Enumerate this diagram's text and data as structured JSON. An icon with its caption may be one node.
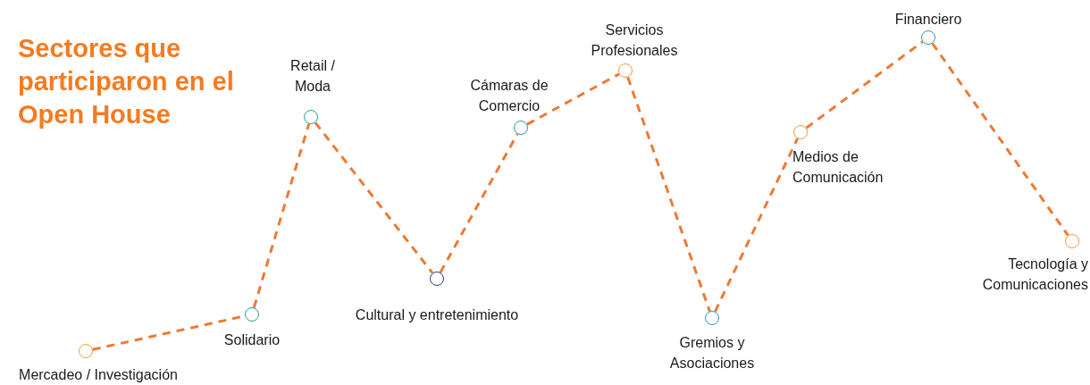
{
  "diagram": {
    "title": "Sectores que participaron en el Open House",
    "nodes": [
      {
        "text": [],
        "shape": "circle",
        "beside": [
          "Mercadeo / Investigación"
        ]
      },
      {
        "text": [],
        "shape": "circle",
        "beside": [
          "Solidario"
        ]
      },
      {
        "text": [],
        "shape": "circle",
        "beside": [
          "Retail / Moda"
        ]
      },
      {
        "text": [],
        "shape": "circle",
        "beside": [
          "Cultural y entretenimiento"
        ]
      },
      {
        "text": [],
        "shape": "circle",
        "beside": [
          "Cámaras de Comercio"
        ]
      },
      {
        "text": [],
        "shape": "circle",
        "beside": [
          "Servicios Profesionales"
        ]
      },
      {
        "text": [],
        "shape": "circle",
        "beside": [
          "Gremios y Asociaciones"
        ]
      },
      {
        "text": [],
        "shape": "circle",
        "beside": [
          "Medios de Comunicación"
        ]
      },
      {
        "text": [],
        "shape": "circle",
        "beside": [
          "Financiero"
        ]
      },
      {
        "text": [],
        "shape": "circle",
        "beside": [
          "Tecnología y Comunicaciones"
        ]
      }
    ],
    "edges": [
      {
        "from": 0,
        "to": 1,
        "arrow": "none",
        "style": "dashed"
      },
      {
        "from": 1,
        "to": 2,
        "arrow": "none",
        "style": "dashed"
      },
      {
        "from": 2,
        "to": 3,
        "arrow": "none",
        "style": "dashed"
      },
      {
        "from": 3,
        "to": 4,
        "arrow": "none",
        "style": "dashed"
      },
      {
        "from": 4,
        "to": 5,
        "arrow": "none",
        "style": "dashed"
      },
      {
        "from": 5,
        "to": 6,
        "arrow": "none",
        "style": "dashed"
      },
      {
        "from": 6,
        "to": 7,
        "arrow": "none",
        "style": "dashed"
      },
      {
        "from": 7,
        "to": 8,
        "arrow": "none",
        "style": "dashed"
      },
      {
        "from": 8,
        "to": 9,
        "arrow": "none",
        "style": "dashed"
      }
    ]
  }
}
